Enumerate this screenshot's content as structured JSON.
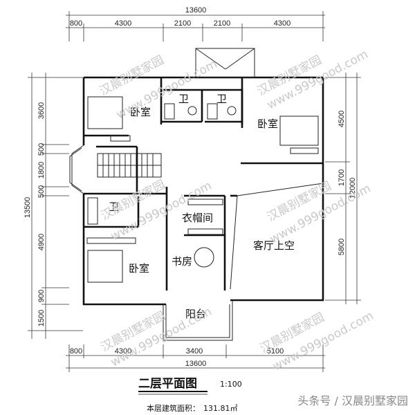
{
  "dimensions": {
    "top_total": "13600",
    "top_segments": [
      "800",
      "4300",
      "2100",
      "2100",
      "4300"
    ],
    "bottom_total": "13600",
    "bottom_segments": [
      "800",
      "4300",
      "3400",
      "5100"
    ],
    "left_total": "13500",
    "left_segments": [
      "3600",
      "500",
      "1800",
      "500",
      "4900",
      "900",
      "1500"
    ],
    "right_total": "12000",
    "right_segments": [
      "4500",
      "1700",
      "5800"
    ]
  },
  "rooms": {
    "bedroom_top_left": "卧室",
    "wc_1": "卫",
    "wc_2": "卫",
    "bedroom_top_right": "卧室",
    "wc_3": "卫",
    "cloakroom": "衣帽间",
    "living_void": "客厅上空",
    "study": "书房",
    "bedroom_bottom_left": "卧室",
    "balcony": "阳台"
  },
  "title": {
    "name": "二层平面图",
    "scale": "1:100",
    "area_label": "本层建筑面积：",
    "area_value": "131.81㎡"
  },
  "watermarks": {
    "brand": "汉晨别墅家园",
    "url": "www.999good.com",
    "footer": "头条号 / 汉晨别墅家园"
  }
}
